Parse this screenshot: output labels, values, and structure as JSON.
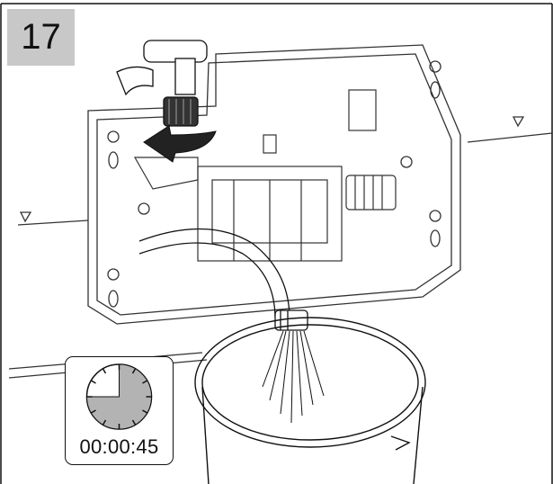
{
  "step": {
    "number": "17"
  },
  "timer": {
    "display": "00:00:45",
    "elapsed_fraction": 0.75
  },
  "colors": {
    "step_fill": "#c8c8c8",
    "timer_fill": "#b3b3b3",
    "line": "#111111"
  },
  "icons": [
    "drain-valve-icon",
    "rotate-arrow-icon",
    "hose-icon",
    "bucket-icon",
    "water-stream-icon",
    "stopwatch-icon"
  ]
}
